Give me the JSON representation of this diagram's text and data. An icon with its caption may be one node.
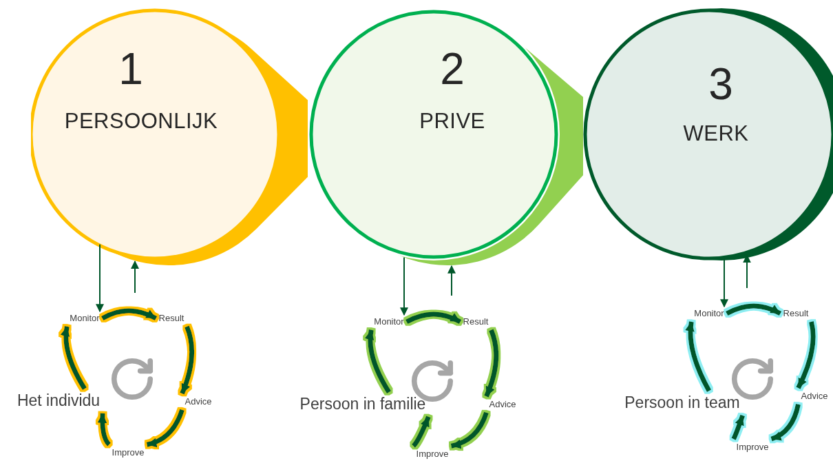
{
  "diagram": {
    "nodes": [
      {
        "text": [
          "1",
          "PERSOONLIJK"
        ]
      },
      {
        "text": [
          "Monitor"
        ]
      },
      {
        "text": [
          "Result"
        ]
      },
      {
        "text": [
          "Het individu"
        ]
      },
      {
        "text": [
          "Advice"
        ]
      },
      {
        "text": [
          "Improve"
        ]
      },
      {
        "text": [
          "2",
          "PRIVE"
        ]
      },
      {
        "text": [
          "Monitor"
        ]
      },
      {
        "text": [
          "Result"
        ]
      },
      {
        "text": [
          "Persoon in familie"
        ]
      },
      {
        "text": [
          "Advice"
        ]
      },
      {
        "text": [
          "Improve"
        ]
      },
      {
        "text": [
          "3",
          "WERK"
        ]
      },
      {
        "text": [
          "Monitor"
        ]
      },
      {
        "text": [
          "Result"
        ]
      },
      {
        "text": [
          "Persoon in team"
        ]
      },
      {
        "text": [
          "Advice"
        ]
      },
      {
        "text": [
          "Improve"
        ]
      }
    ],
    "edges": [
      {
        "from": 0,
        "to": 1,
        "arrow": "to"
      },
      {
        "from": null,
        "to": 0,
        "arrow": "to"
      },
      {
        "from": 1,
        "to": 2,
        "arrow": "to"
      },
      {
        "from": 2,
        "to": 4,
        "arrow": "to"
      },
      {
        "from": 4,
        "to": 5,
        "arrow": "to"
      },
      {
        "from": 5,
        "to": 3,
        "arrow": "to"
      },
      {
        "from": 3,
        "to": 1,
        "arrow": "to"
      },
      {
        "from": 6,
        "to": 7,
        "arrow": "to"
      },
      {
        "from": null,
        "to": 6,
        "arrow": "to"
      },
      {
        "from": 7,
        "to": 8,
        "arrow": "to"
      },
      {
        "from": 8,
        "to": 10,
        "arrow": "to"
      },
      {
        "from": 10,
        "to": 11,
        "arrow": "to"
      },
      {
        "from": 11,
        "to": 9,
        "arrow": "to"
      },
      {
        "from": 9,
        "to": 7,
        "arrow": "to"
      },
      {
        "from": 12,
        "to": 13,
        "arrow": "to"
      },
      {
        "from": null,
        "to": 12,
        "arrow": "to"
      },
      {
        "from": 13,
        "to": 14,
        "arrow": "to"
      },
      {
        "from": 14,
        "to": 16,
        "arrow": "to"
      },
      {
        "from": 16,
        "to": 17,
        "arrow": "to"
      },
      {
        "from": 17,
        "to": 15,
        "arrow": "to"
      },
      {
        "from": 15,
        "to": 13,
        "arrow": "to"
      }
    ]
  }
}
